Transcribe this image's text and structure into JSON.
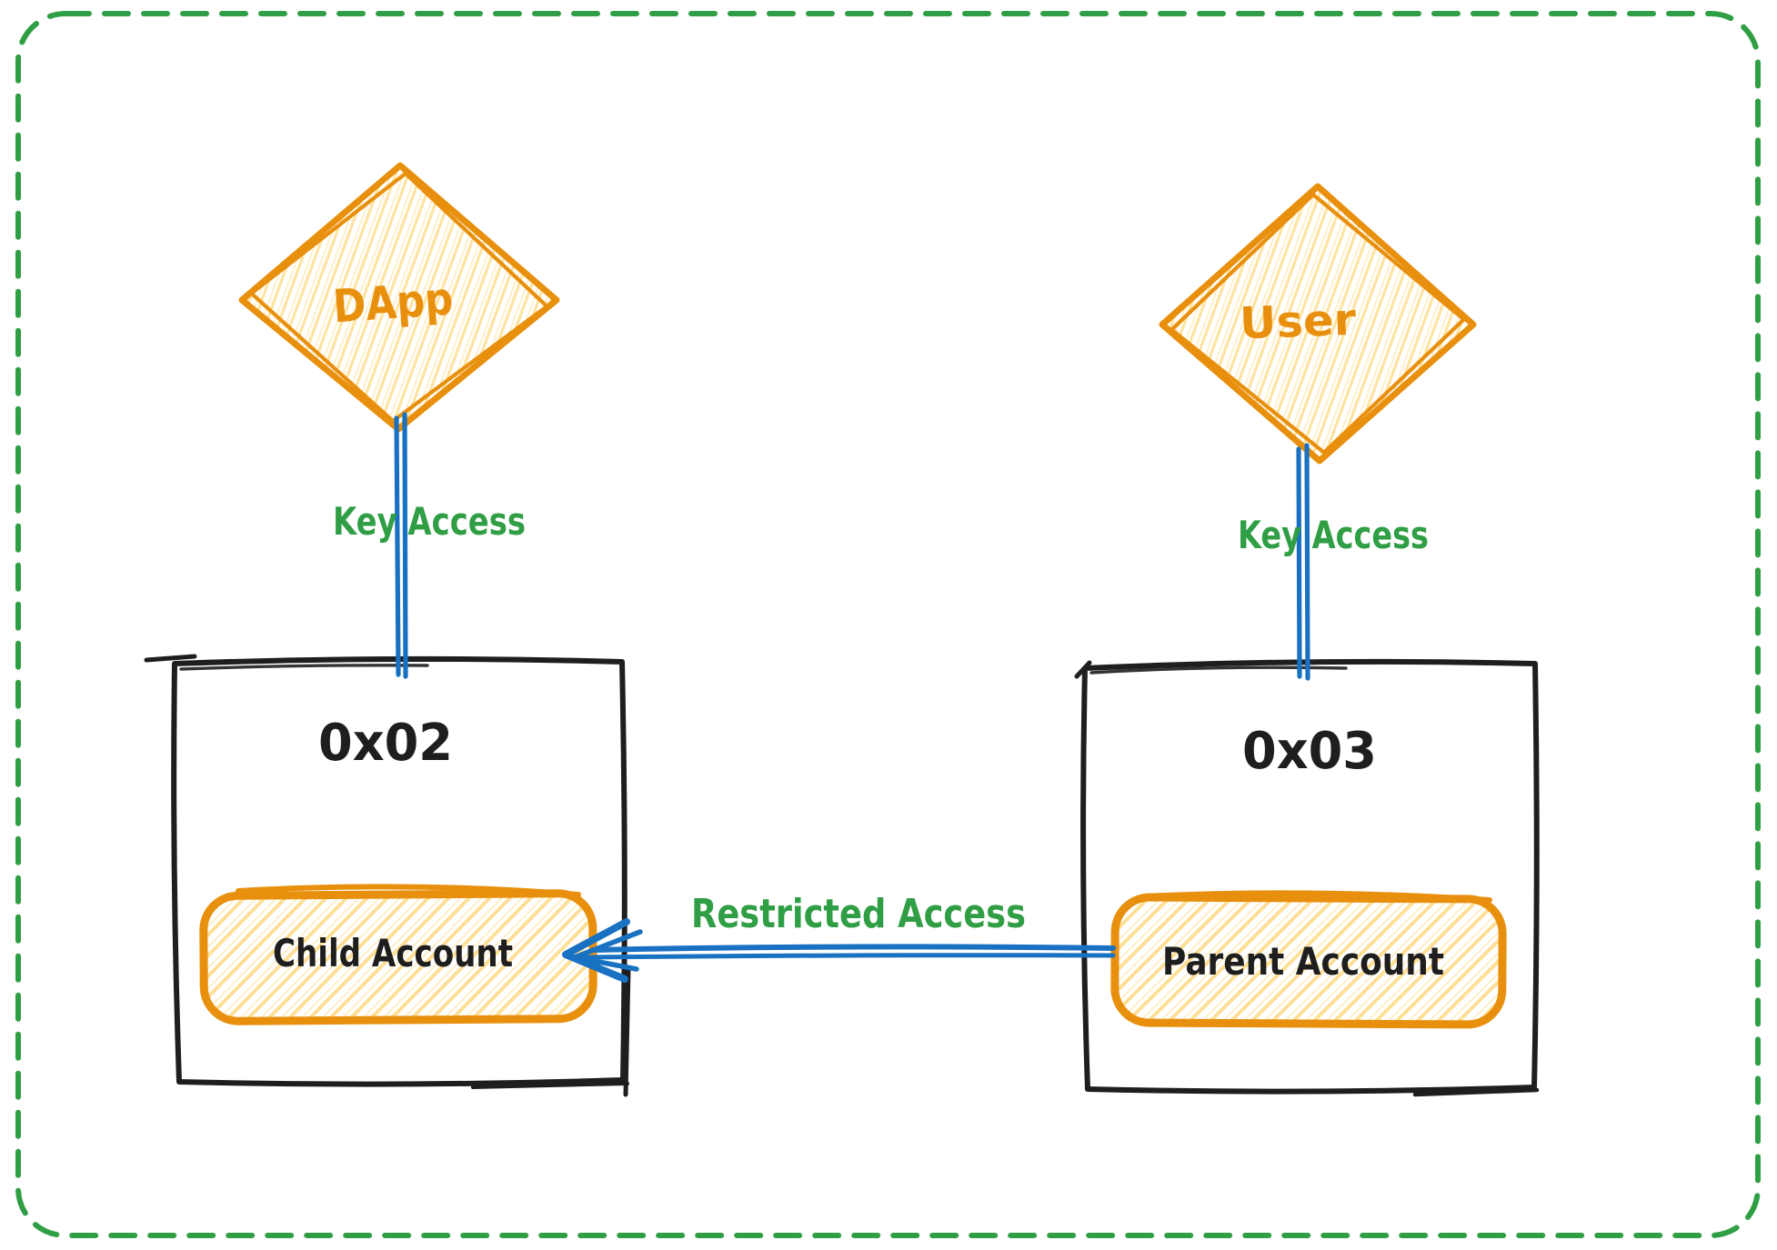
{
  "canvas": {
    "background": "#ffffff",
    "border_color": "#2f9e44",
    "border_style": "dashed-rounded"
  },
  "palette": {
    "orange": "#e8900e",
    "hatch_yellow": "#ffe3a0",
    "blue": "#1971c2",
    "green": "#2f9e44",
    "ink": "#1e1e1e"
  },
  "nodes": {
    "dapp": {
      "label": "DApp",
      "shape": "diamond"
    },
    "user": {
      "label": "User",
      "shape": "diamond"
    },
    "account_0x02": {
      "title": "0x02",
      "inner": {
        "label": "Child Account"
      }
    },
    "account_0x03": {
      "title": "0x03",
      "inner": {
        "label": "Parent Account"
      }
    }
  },
  "edges": {
    "dapp_to_0x02": {
      "label": "Key Access"
    },
    "user_to_0x03": {
      "label": "Key Access"
    },
    "parent_to_child": {
      "label": "Restricted Access",
      "direction": "right-to-left"
    }
  }
}
